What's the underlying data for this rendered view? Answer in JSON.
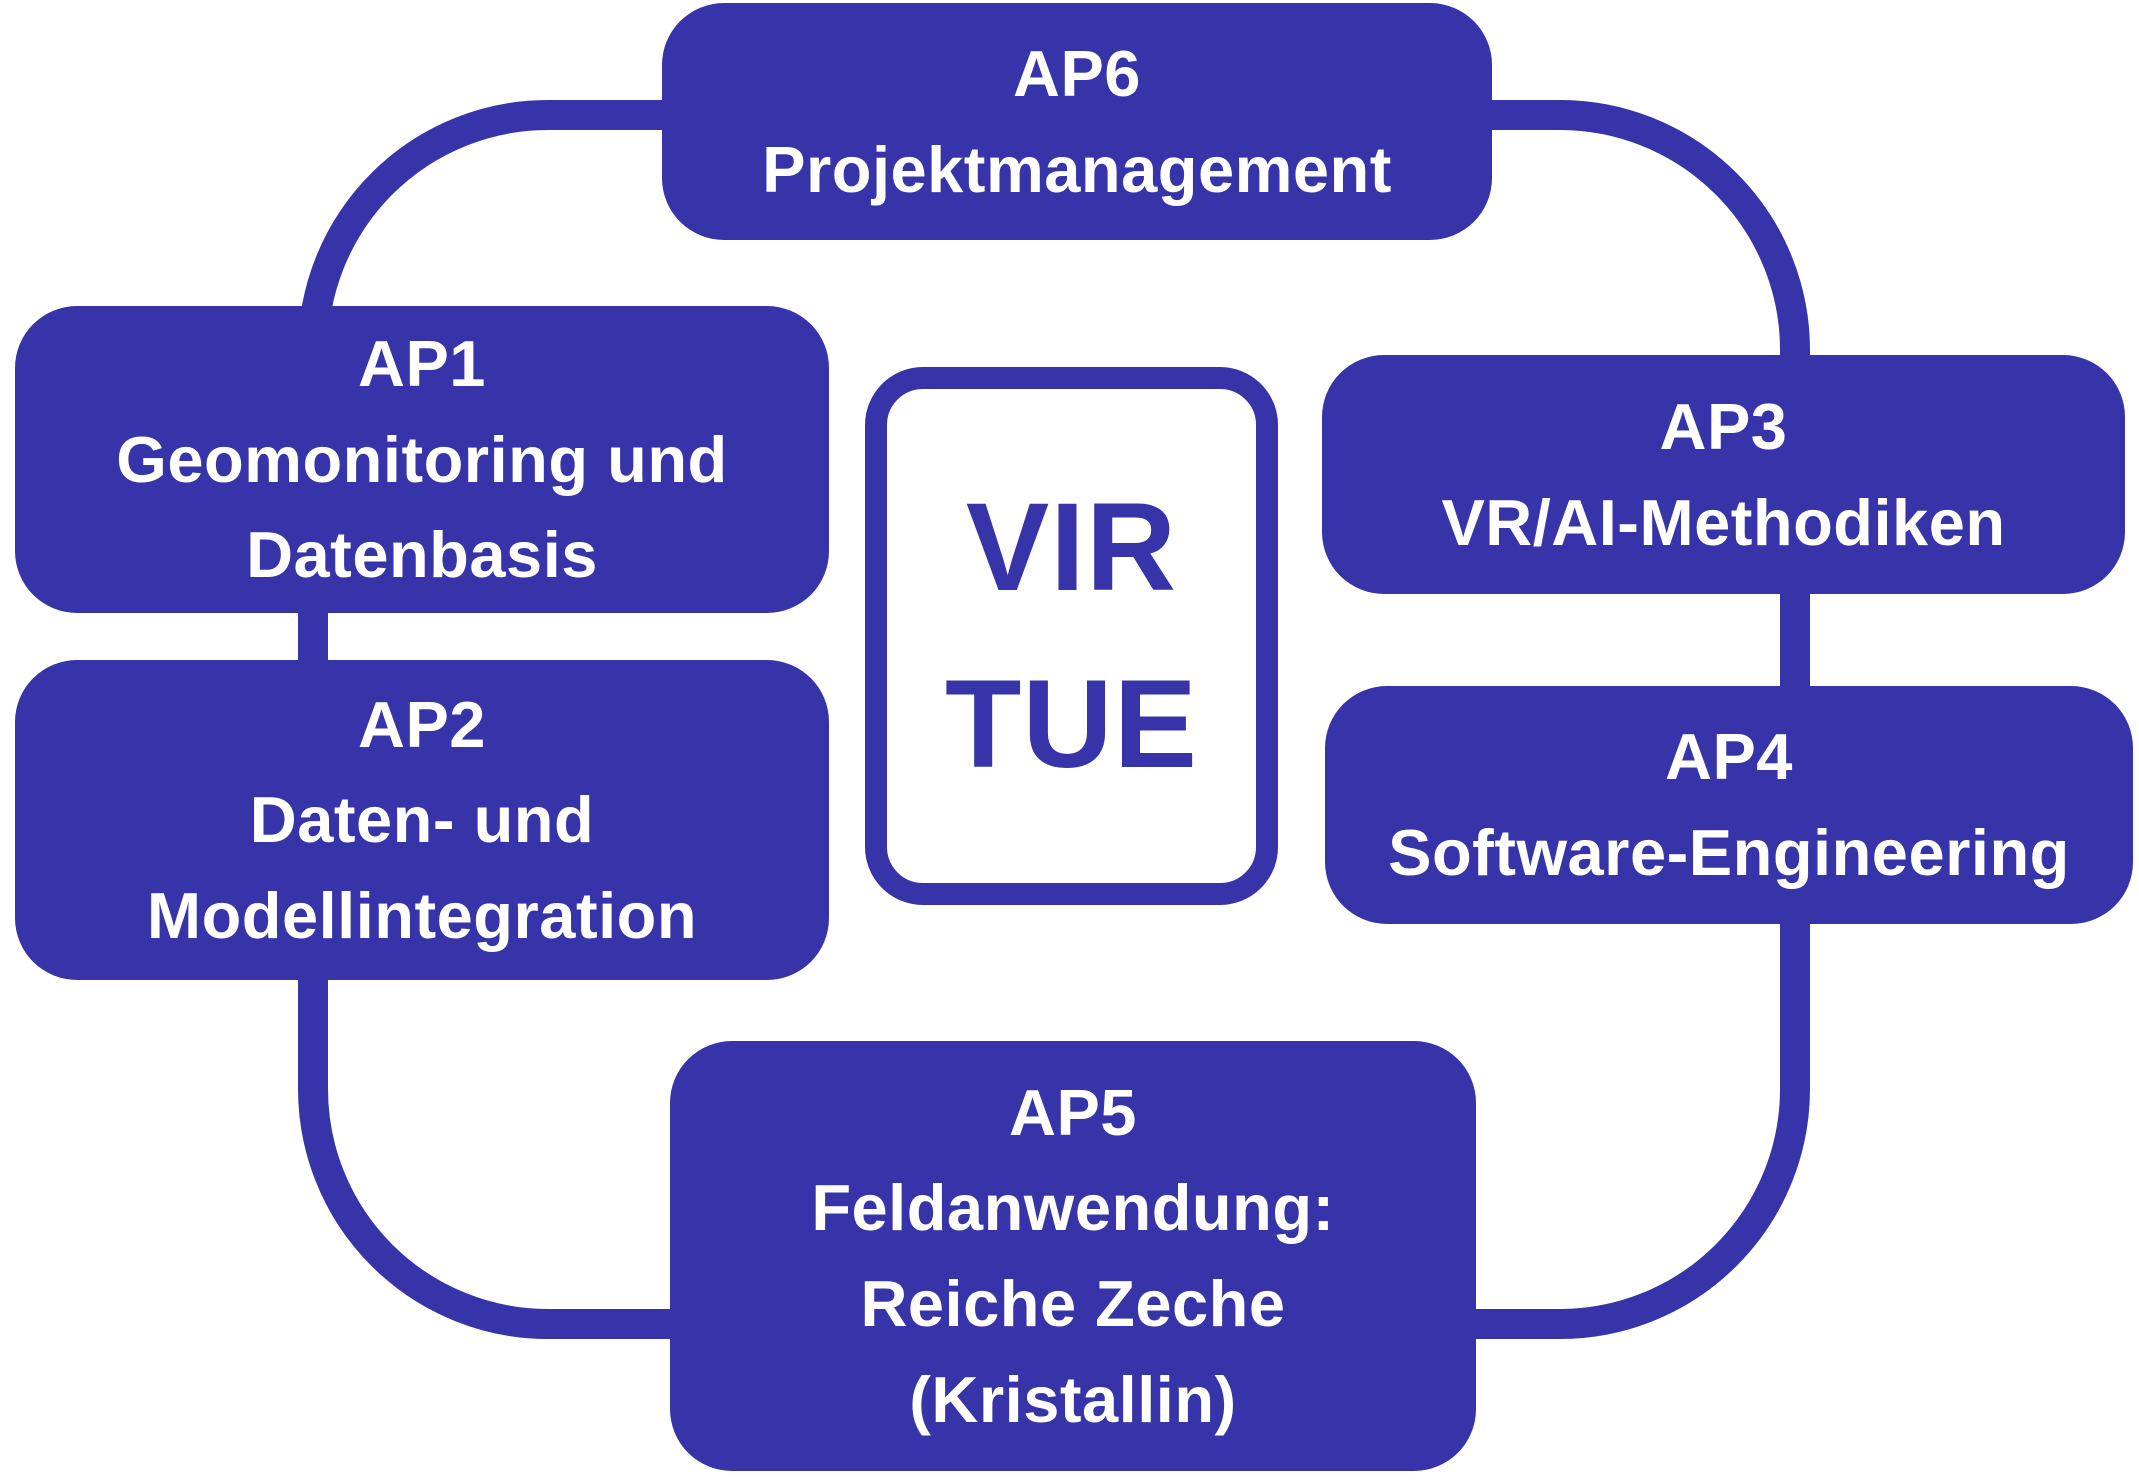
{
  "diagram": {
    "title_acronym": {
      "line1": "VIR",
      "line2": "TUE"
    },
    "nodes": {
      "ap6": {
        "code": "AP6",
        "line1": "Projektmanagement"
      },
      "ap1": {
        "code": "AP1",
        "line1": "Geomonitoring und",
        "line2": "Datenbasis"
      },
      "ap2": {
        "code": "AP2",
        "line1": "Daten- und",
        "line2": "Modellintegration"
      },
      "ap3": {
        "code": "AP3",
        "line1": "VR/AI-Methodiken"
      },
      "ap4": {
        "code": "AP4",
        "line1": "Software-Engineering"
      },
      "ap5": {
        "code": "AP5",
        "line1": "Feldanwendung:",
        "line2": "Reiche Zeche",
        "line3": "(Kristallin)"
      }
    }
  },
  "colors": {
    "accent": "#3634A8",
    "text_on_accent": "#FFFFFF",
    "background": "#FFFFFF"
  }
}
